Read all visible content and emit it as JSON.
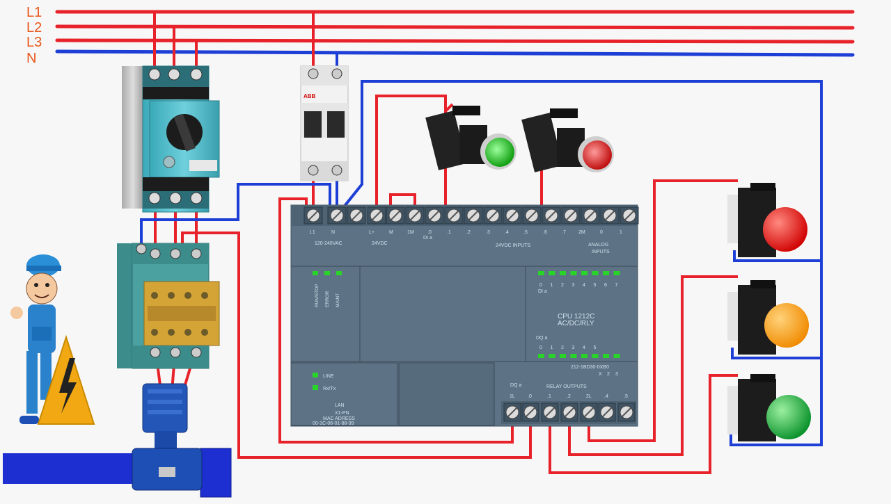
{
  "bus": {
    "labels": [
      "L1",
      "L2",
      "L3",
      "N"
    ],
    "colors": {
      "phase": "#e8222a",
      "neutral": "#1e3fd6",
      "label": "#e8561a"
    }
  },
  "plc": {
    "top_labels": {
      "t_l1": "L1",
      "t_n": "N",
      "t_lplus": "L+",
      "t_m": "M",
      "t_1m": "1M",
      "t_i0": ".0",
      "t_i1": ".1",
      "t_i2": ".2",
      "t_i3": ".3",
      "t_i4": ".4",
      "t_i5": ".5",
      "t_i6": ".6",
      "t_i7": ".7",
      "t_2m": "2M",
      "t_a0": "0",
      "t_a1": "1"
    },
    "supply_label": "120-240VAC",
    "dc_label": "24VDC",
    "di_label": "DI a",
    "inputs_label": "24VDC INPUTS",
    "analog_label": "ANALOG",
    "analog_label2": "INPUTS",
    "status_labels": [
      "RUN/STOP",
      "ERROR",
      "MAINT"
    ],
    "di_numbers": [
      "0",
      "1",
      "2",
      "3",
      "4",
      "5",
      "6",
      "7"
    ],
    "di_bottom": "DI a",
    "model_line1": "CPU 1212C",
    "model_line2": "AC/DC/RLY",
    "dq_label": "DQ a",
    "dq_numbers": [
      "0",
      "1",
      "2",
      "3",
      "4",
      "5"
    ],
    "part_number": "212-1BD30-0XB0",
    "version_boxes": [
      "X",
      "2",
      "3"
    ],
    "led_line": "LINE",
    "led_rx": "Rx/Tx",
    "lan": "LAN",
    "port": "X1-PN",
    "mac_title": "MAC ADRESS",
    "mac": "00-1C-06-01-88-99",
    "dq_bottom": "DQ a",
    "relay_outputs": "RELAY OUTPUTS",
    "bottom_terms": [
      "1L",
      ".0",
      ".1",
      ".2",
      "2L",
      ".4",
      ".5"
    ]
  },
  "breaker": {
    "brand": "ABB"
  },
  "indicators": {
    "colors": [
      "#e01010",
      "#f39a12",
      "#12a02a"
    ]
  },
  "buttons": {
    "colors": [
      "#2bbf2b",
      "#d81e1e"
    ]
  }
}
